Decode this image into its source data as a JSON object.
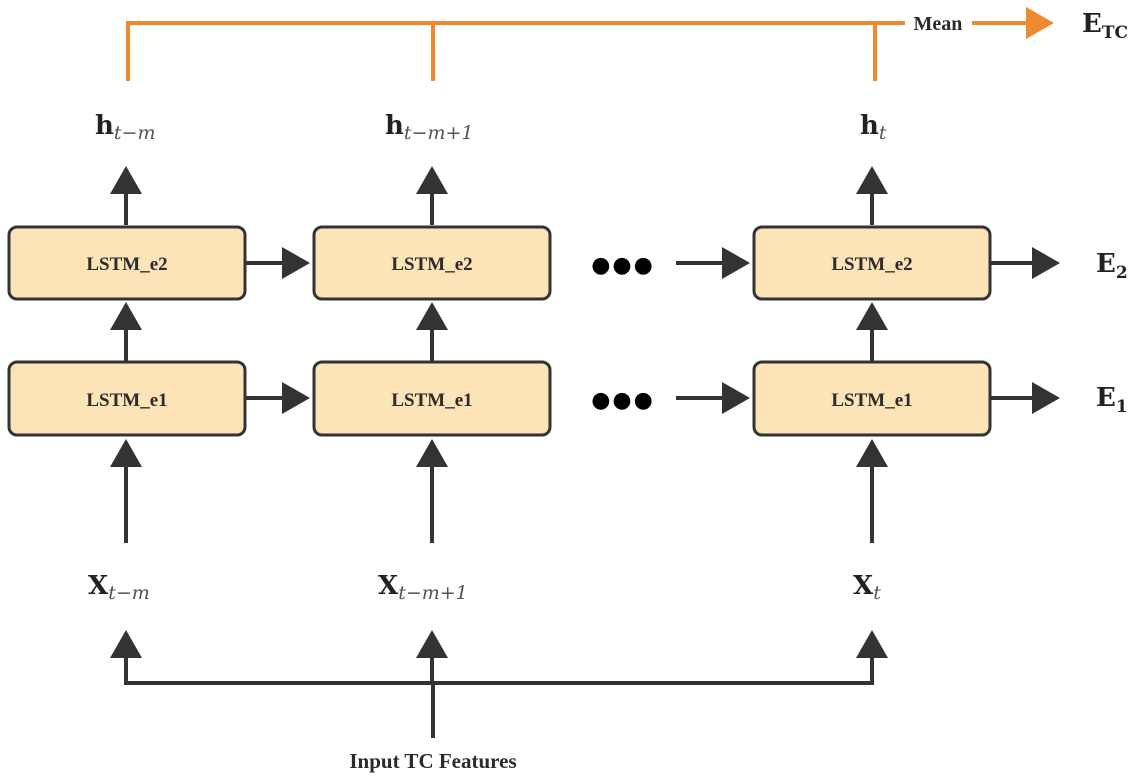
{
  "boxes": {
    "e2_label": "LSTM_e2",
    "e1_label": "LSTM_e1"
  },
  "hidden": [
    {
      "main": "h",
      "sub": "t−m"
    },
    {
      "main": "h",
      "sub": "t−m+1"
    },
    {
      "main": "h",
      "sub": "t"
    }
  ],
  "inputs": [
    {
      "main": "X",
      "sub": "t−m"
    },
    {
      "main": "X",
      "sub": "t−m+1"
    },
    {
      "main": "X",
      "sub": "t"
    }
  ],
  "outputs": {
    "e2": {
      "main": "E",
      "sub": "2"
    },
    "e1": {
      "main": "E",
      "sub": "1"
    },
    "tc": {
      "main": "E",
      "sub": "TC"
    }
  },
  "mean_label": "Mean",
  "ellipsis": "●●●",
  "input_caption": "Input TC Features",
  "colors": {
    "box_fill": "#fde3b8",
    "box_stroke": "#333333",
    "edge": "#333333",
    "mean_line": "#ee8a2d"
  }
}
